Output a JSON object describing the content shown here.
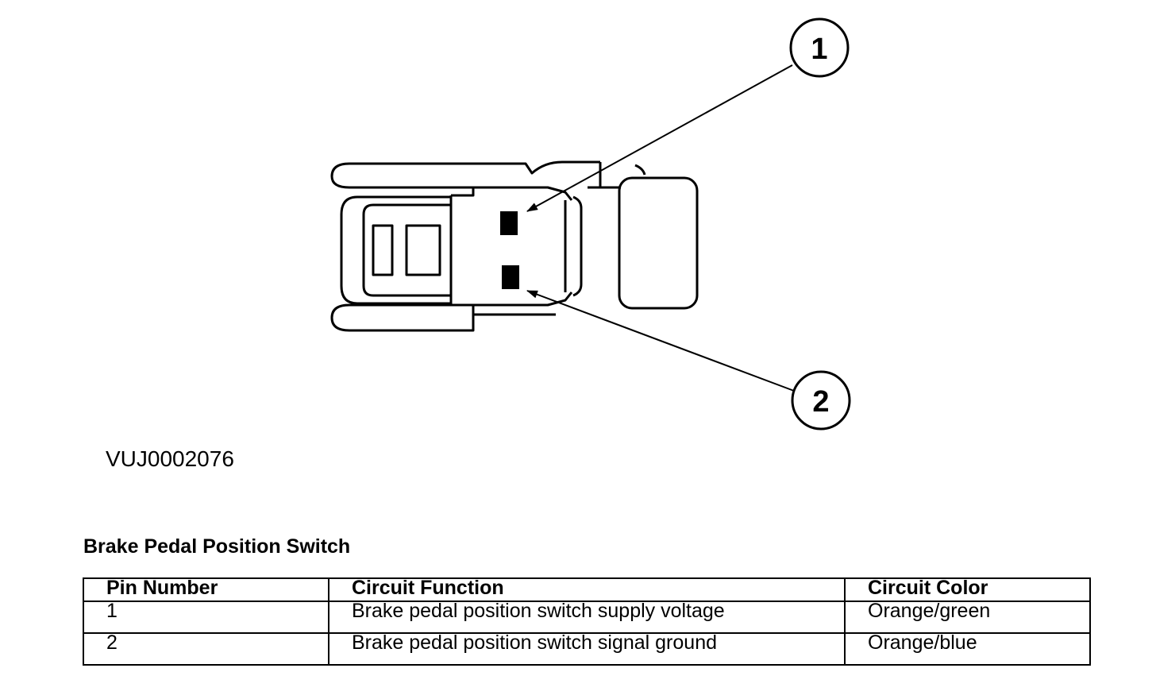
{
  "callouts": [
    {
      "number": "1"
    },
    {
      "number": "2"
    }
  ],
  "figure_id": "VUJ0002076",
  "section_title": "Brake Pedal Position Switch",
  "table": {
    "headers": [
      "Pin Number",
      "Circuit Function",
      "Circuit Color"
    ],
    "rows": [
      [
        "1",
        "Brake pedal position switch supply voltage",
        "Orange/green"
      ],
      [
        "2",
        "Brake pedal position switch signal ground",
        "Orange/blue"
      ]
    ]
  },
  "colors": {
    "ink": "#000000",
    "background": "#ffffff"
  }
}
